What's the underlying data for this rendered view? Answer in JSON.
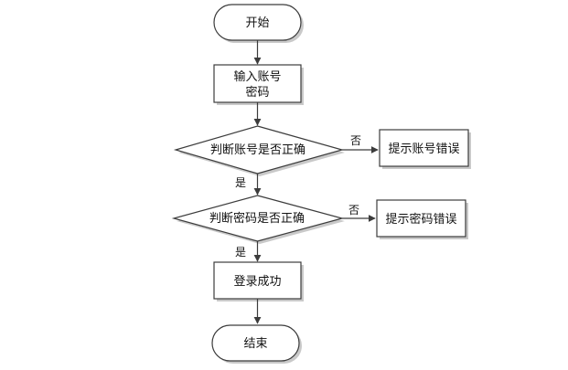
{
  "nodes": {
    "start": "开始",
    "input_line1": "输入账号",
    "input_line2": "密码",
    "check_account": "判断账号是否正确",
    "account_error": "提示账号错误",
    "check_password": "判断密码是否正确",
    "password_error": "提示密码错误",
    "login_success": "登录成功",
    "end": "结束"
  },
  "edges": {
    "account_no": "否",
    "account_yes": "是",
    "password_no": "否",
    "password_yes": "是"
  }
}
